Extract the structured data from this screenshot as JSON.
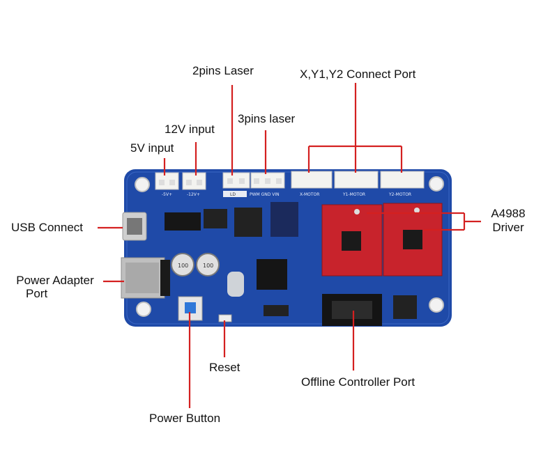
{
  "labels": {
    "pins2_laser": "2pins Laser",
    "xyy_port": "X,Y1,Y2 Connect Port",
    "pins3_laser": "3pins laser",
    "v12_input": "12V input",
    "v5_input": "5V input",
    "usb_connect": "USB Connect",
    "a4988_line1": "A4988",
    "a4988_line2": "Driver",
    "power_adapter_line1": "Power Adapter",
    "power_adapter_line2": "Port",
    "reset": "Reset",
    "offline_controller": "Offline Controller Port",
    "power_button": "Power Button"
  },
  "silkscreen": {
    "v5": "-5V+",
    "v12": "-12V+",
    "ld": "LD",
    "pwm_gnd_vin": "PWM GND VIN",
    "x_motor": "X-MOTOR",
    "y1_motor": "Y1-MOTOR",
    "y2_motor": "Y2-MOTOR",
    "cap1": "100",
    "cap2": "100"
  },
  "colors": {
    "pcb": "#1f4aa8",
    "driver": "#c8232c",
    "arrow": "#d42020"
  }
}
